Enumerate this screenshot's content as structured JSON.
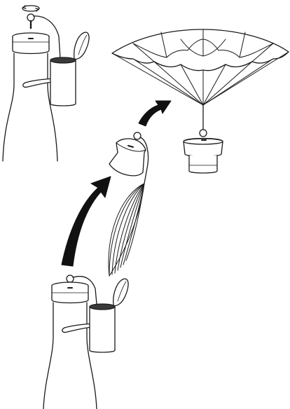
{
  "diagram": {
    "steps": [
      {
        "id": "top-left-bottle",
        "icon": "champagne-bottle-with-cup-icon"
      },
      {
        "id": "parachute",
        "icon": "parachute-icon"
      },
      {
        "id": "cork-flying",
        "icon": "cork-with-wire-cage-icon"
      },
      {
        "id": "bottom-bottle",
        "icon": "champagne-bottle-with-cup-icon"
      }
    ],
    "arrows": [
      {
        "id": "arrow-bottle-to-cork",
        "icon": "curved-arrow-icon"
      },
      {
        "id": "arrow-cork-to-parachute",
        "icon": "curved-arrow-icon"
      },
      {
        "id": "rotate-indicator",
        "icon": "rotate-arrows-icon"
      }
    ],
    "colors": {
      "stroke": "#1a1a1a",
      "fill": "#ffffff",
      "arrow": "#111111",
      "liquid": "#3a3a3a"
    }
  }
}
